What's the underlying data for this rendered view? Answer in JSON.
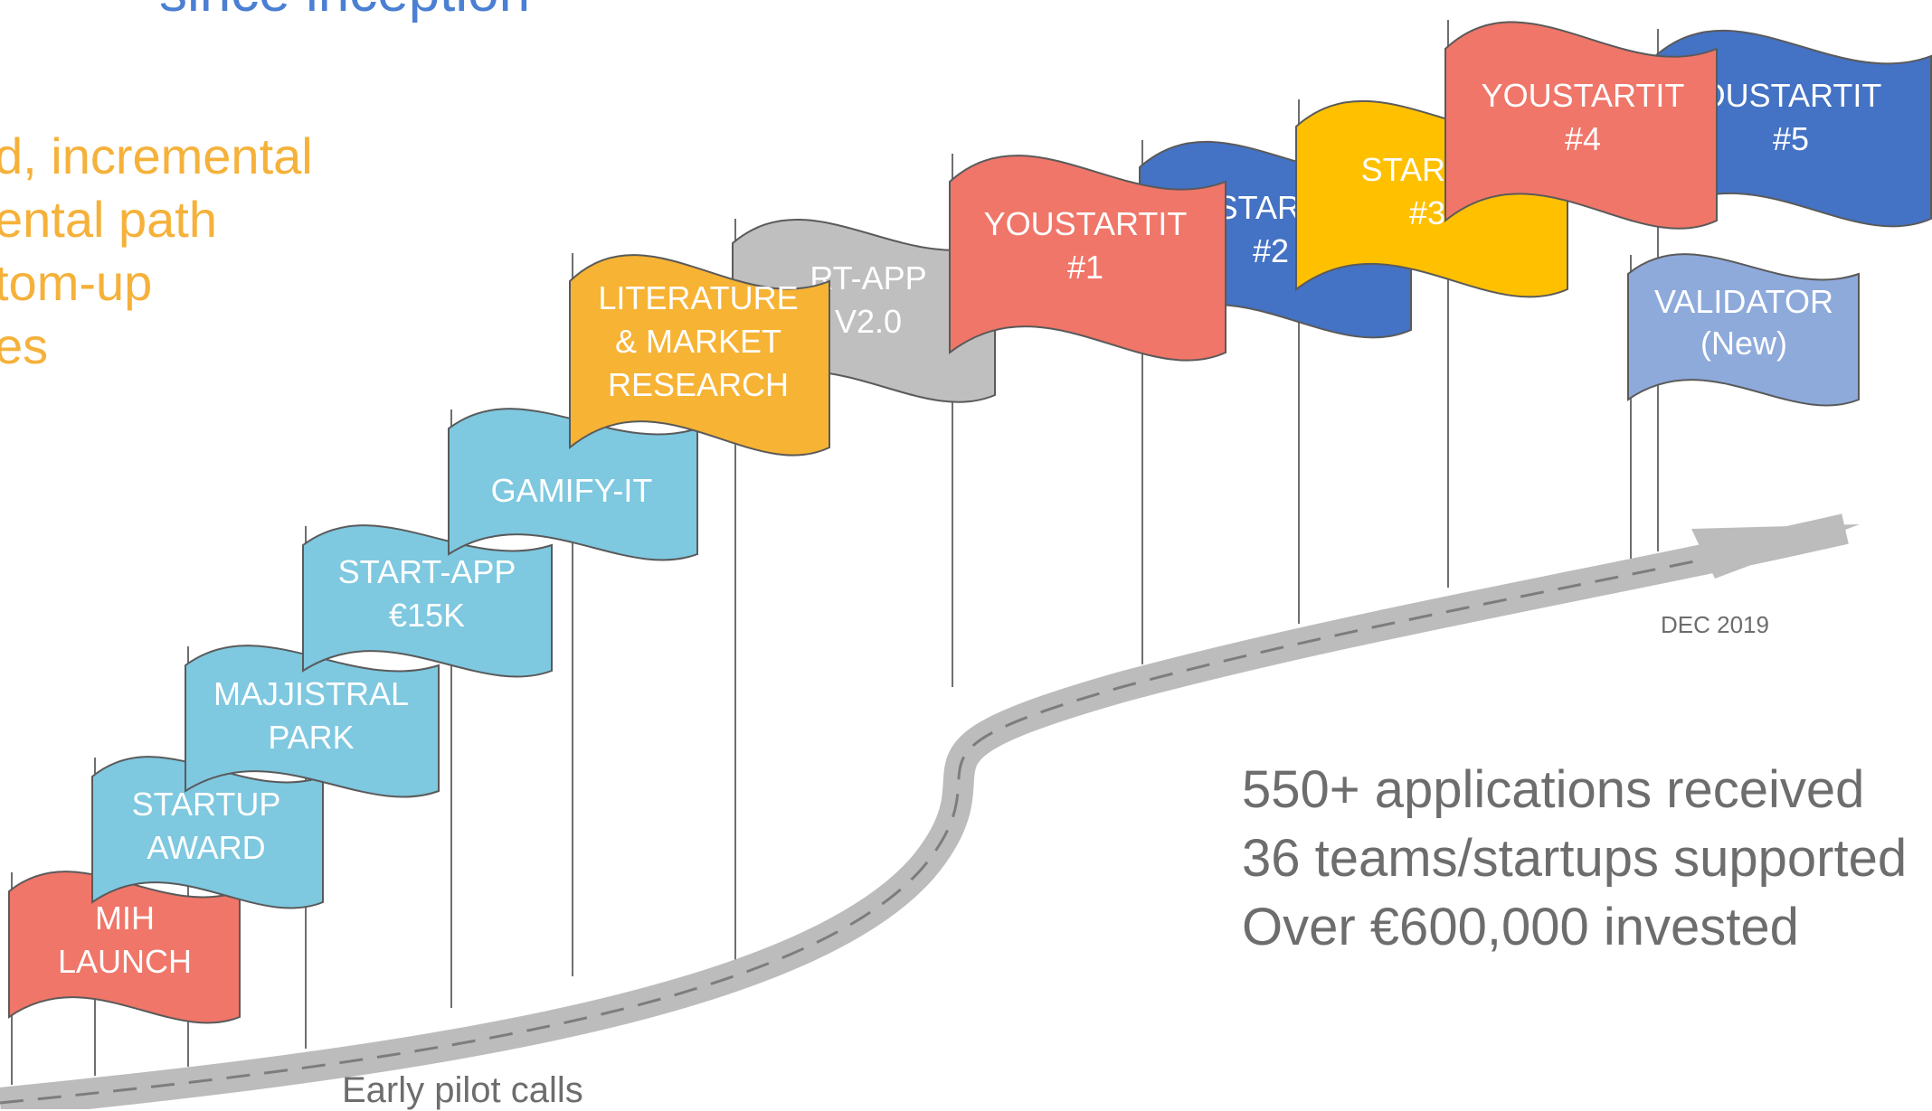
{
  "slide": {
    "title_fragment": "since inception",
    "bullets": [
      "d, incremental",
      "ental path",
      "tom-up",
      "es"
    ],
    "timeline_start_label": "Early pilot calls",
    "timeline_end_label": "DEC 2019",
    "stats": [
      "550+ applications received",
      "36 teams/startups supported",
      "Over €600,000 invested"
    ]
  },
  "flags": [
    {
      "name": "flag-mih-launch",
      "lines": [
        "MIH",
        "LAUNCH"
      ],
      "color": "#ef7669"
    },
    {
      "name": "flag-startup-award",
      "lines": [
        "STARTUP",
        "AWARD"
      ],
      "color": "#7ec8e0"
    },
    {
      "name": "flag-majjistral-park",
      "lines": [
        "MAJJISTRAL",
        "PARK"
      ],
      "color": "#7ec8e0"
    },
    {
      "name": "flag-start-app-15k",
      "lines": [
        "START-APP",
        "€15K"
      ],
      "color": "#7ec8e0"
    },
    {
      "name": "flag-gamify-it",
      "lines": [
        "GAMIFY-IT"
      ],
      "color": "#7ec8e0"
    },
    {
      "name": "flag-start-app-v2",
      "lines": [
        "RT-APP",
        "V2.0"
      ],
      "color": "#bfbfbf"
    },
    {
      "name": "flag-literature-market-research",
      "lines": [
        "LITERATURE",
        "& MARKET",
        "RESEARCH"
      ],
      "color": "#f7b334"
    },
    {
      "name": "flag-youstartit-2",
      "lines": [
        "USTARTIT",
        "#2"
      ],
      "color": "#4472c4"
    },
    {
      "name": "flag-youstartit-1",
      "lines": [
        "YOUSTARTIT",
        "#1"
      ],
      "color": "#ef7669"
    },
    {
      "name": "flag-youstartit-3",
      "lines": [
        "STARTIT",
        "#3"
      ],
      "color": "#ffc000"
    },
    {
      "name": "flag-youstartit-5",
      "lines": [
        "OUSTARTIT",
        "#5"
      ],
      "color": "#4472c4"
    },
    {
      "name": "flag-youstartit-4",
      "lines": [
        "YOUSTARTIT",
        "#4"
      ],
      "color": "#ef7669"
    },
    {
      "name": "flag-validator",
      "lines": [
        "VALIDATOR",
        "(New)"
      ],
      "color": "#8eaadb"
    }
  ]
}
